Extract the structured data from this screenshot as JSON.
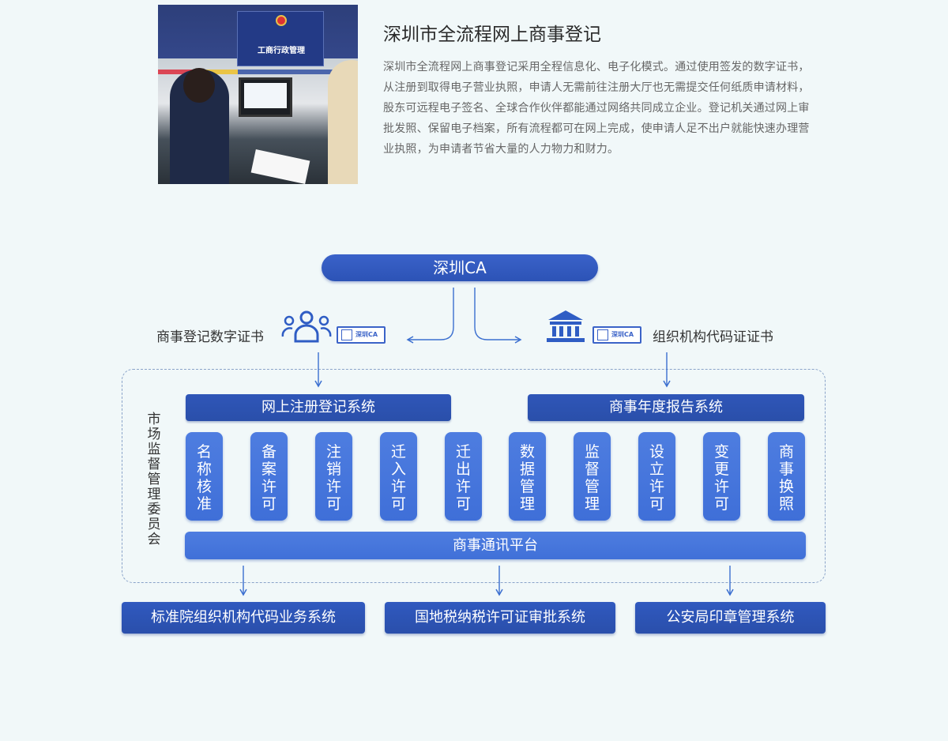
{
  "intro": {
    "title": "深圳市全流程网上商事登记",
    "description": "深圳市全流程网上商事登记采用全程信息化、电子化模式。通过使用签发的数字证书，从注册到取得电子营业执照，申请人无需前往注册大厅也无需提交任何纸质申请材料，股东可远程电子签名、全球合作伙伴都能通过网络共同成立企业。登记机关通过网上审批发照、保留电子档案，所有流程都可在网上完成，使申请人足不出户就能快速办理营业执照，为申请者节省大量的人力物力和财力。",
    "photo_sign": "工商行政管理"
  },
  "diagram": {
    "root": "深圳CA",
    "left_cert": "商事登记数字证书",
    "right_cert": "组织机构代码证证书",
    "badge_text": "深圳CA",
    "committee": [
      "市",
      "场",
      "监",
      "督",
      "管",
      "理",
      "委",
      "员",
      "会"
    ],
    "system_left": "网上注册登记系统",
    "system_right": "商事年度报告系统",
    "modules": [
      [
        "名",
        "称",
        "核",
        "准"
      ],
      [
        "备",
        "案",
        "许",
        "可"
      ],
      [
        "注",
        "销",
        "许",
        "可"
      ],
      [
        "迁",
        "入",
        "许",
        "可"
      ],
      [
        "迁",
        "出",
        "许",
        "可"
      ],
      [
        "数",
        "据",
        "管",
        "理"
      ],
      [
        "监",
        "督",
        "管",
        "理"
      ],
      [
        "设",
        "立",
        "许",
        "可"
      ],
      [
        "变",
        "更",
        "许",
        "可"
      ],
      [
        "商",
        "事",
        "换",
        "照"
      ]
    ],
    "platform": "商事通讯平台",
    "outputs": [
      "标准院组织机构代码业务系统",
      "国地税纳税许可证审批系统",
      "公安局印章管理系统"
    ]
  },
  "colors": {
    "background": "#f1f8f9",
    "primary_dark": "#2c53b6",
    "primary_light": "#4a78de",
    "arrow": "#3b6fd0"
  }
}
